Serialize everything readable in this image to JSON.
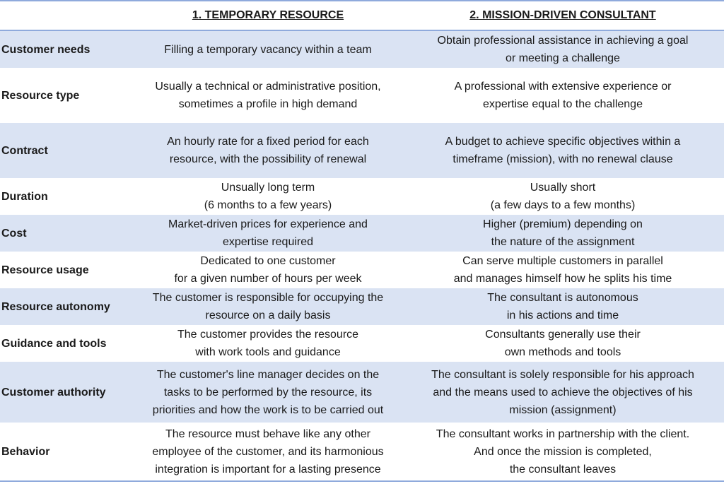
{
  "header": {
    "col1": "",
    "col2": "1. TEMPORARY RESOURCE",
    "col3": "2. MISSION-DRIVEN CONSULTANT"
  },
  "colors": {
    "shaded_row": "#dae3f3",
    "border": "#8faadc"
  },
  "rows": [
    {
      "label": "Customer needs",
      "temporary": "Filling a temporary vacancy within a team",
      "consultant": "Obtain professional assistance in achieving a goal\nor meeting a challenge"
    },
    {
      "label": "Resource type",
      "temporary": "Usually a technical or administrative position,\nsometimes a profile in high demand",
      "consultant": "A professional with extensive experience or\nexpertise equal to the challenge"
    },
    {
      "label": "Contract",
      "temporary": "An hourly rate for a fixed period for each\nresource, with the possibility of renewal",
      "consultant": "A budget to achieve specific objectives within a\ntimeframe (mission), with no renewal clause"
    },
    {
      "label": "Duration",
      "temporary": "Unsually long term\n(6 months to a few years)",
      "consultant": "Usually short\n(a few days to a few months)"
    },
    {
      "label": "Cost",
      "temporary": "Market-driven prices for experience and\nexpertise required",
      "consultant": "Higher (premium) depending on\nthe nature of the assignment"
    },
    {
      "label": "Resource usage",
      "temporary": "Dedicated to one customer\nfor a given number of hours per week",
      "consultant": "Can serve multiple customers in parallel\nand manages himself how he splits his time"
    },
    {
      "label": "Resource autonomy",
      "temporary": "The customer is responsible for occupying the\nresource on a daily basis",
      "consultant": "The consultant is autonomous\nin his actions and time"
    },
    {
      "label": "Guidance and tools",
      "temporary": "The customer provides the resource\nwith work tools and guidance",
      "consultant": "Consultants generally use their\nown methods and tools"
    },
    {
      "label": "Customer authority",
      "temporary": "The customer's line manager decides on the\ntasks to be performed by the resource, its\npriorities and how the work is to be carried out",
      "consultant": "The consultant is solely responsible for his approach\nand the means used to achieve the objectives of his\nmission (assignment)"
    },
    {
      "label": "Behavior",
      "temporary": "The resource must behave like any other\nemployee of the customer, and its harmonious\nintegration is important for a lasting presence",
      "consultant": "The consultant works in partnership with the client.\nAnd once the mission is completed,\nthe consultant leaves"
    }
  ]
}
